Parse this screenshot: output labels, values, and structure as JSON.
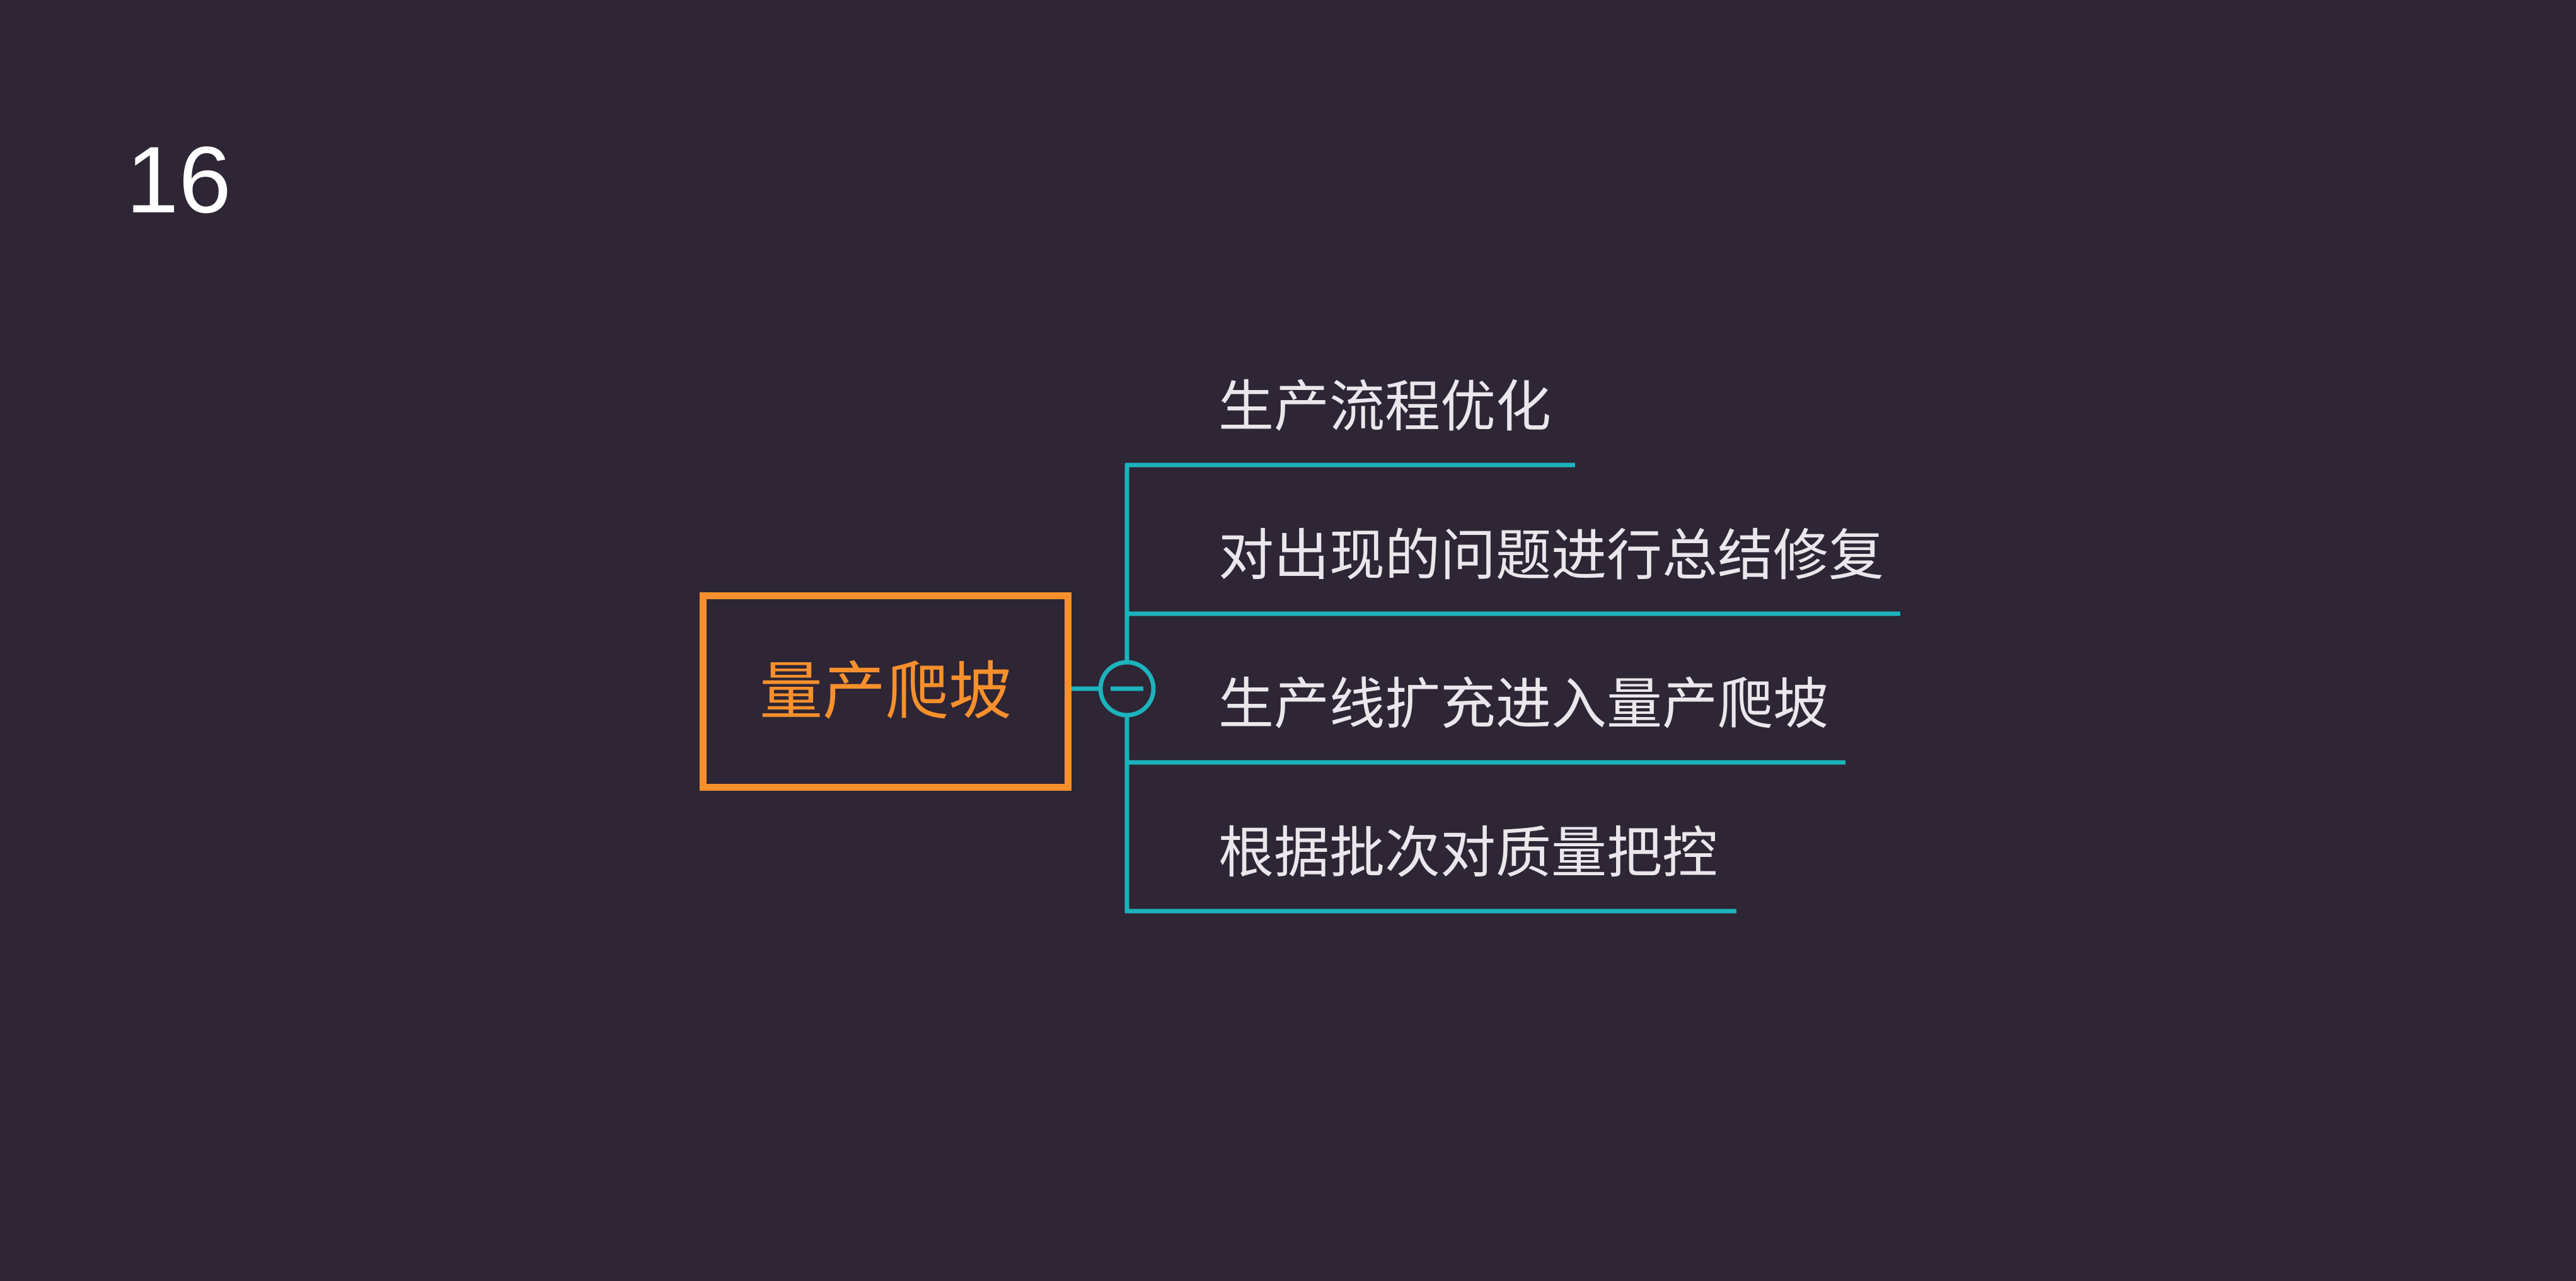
{
  "slide": {
    "page_number": "16",
    "background_color": "#2e2535"
  },
  "mindmap": {
    "central_topic": {
      "label": "量产爬坡",
      "color": "#f7902c"
    },
    "connector_color": "#1cb3bd",
    "collapse_toggle_icon": "minus-circle-icon",
    "branches": [
      {
        "label": "生产流程优化"
      },
      {
        "label": "对出现的问题进行总结修复"
      },
      {
        "label": "生产线扩充进入量产爬坡"
      },
      {
        "label": "根据批次对质量把控"
      }
    ],
    "branch_text_color": "#eae7ec"
  }
}
